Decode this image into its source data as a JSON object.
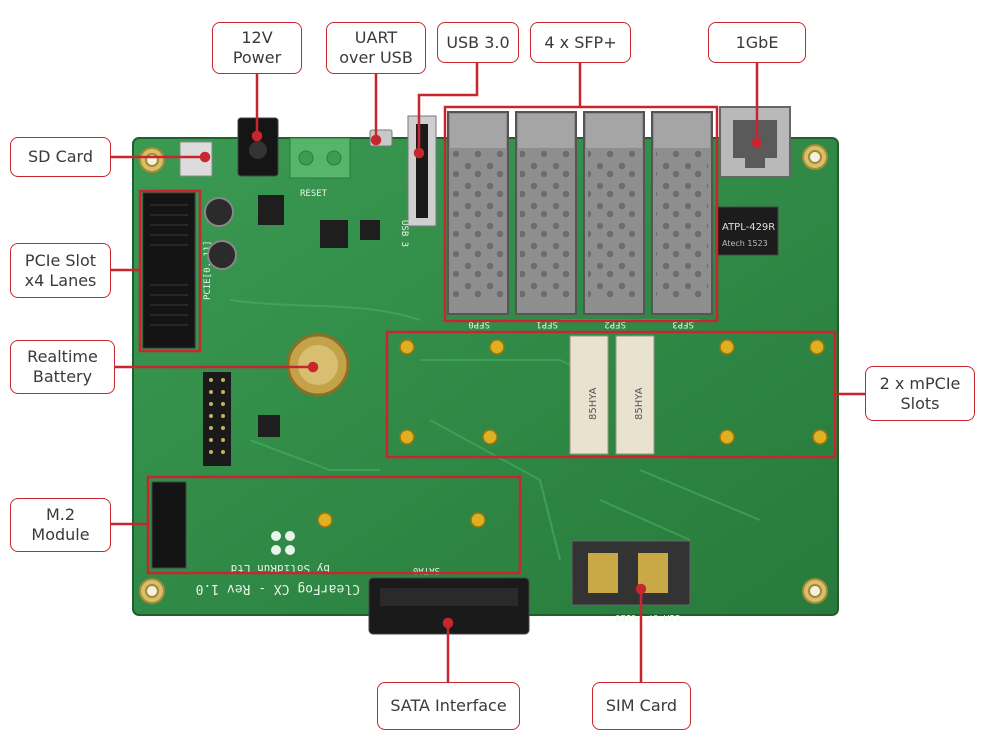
{
  "labels": {
    "sd_card": "SD Card",
    "pcie_slot": "PCIe Slot\nx4 Lanes",
    "realtime_battery": "Realtime\nBattery",
    "m2_module": "M.2\nModule",
    "power_12v": "12V\nPower",
    "uart": "UART\nover USB",
    "usb3": "USB 3.0",
    "sfp": "4 x SFP+",
    "gbe": "1GbE",
    "mpcie": "2 x mPCIe\nSlots",
    "sata": "SATA Interface",
    "sim": "SIM Card"
  },
  "board": {
    "product": "ClearFog CX - Rev 1.0",
    "vendor": "by SolidRun Ltd",
    "sfp_ports": [
      "SFP0",
      "SFP1",
      "SFP2",
      "SFP3"
    ],
    "transformer": [
      "ATPL-429R",
      "Atech 1523"
    ],
    "mpcie_connector": "85HYA",
    "pcie_slot_text": "PCIE[0..11]",
    "usb_text": "USB 3",
    "reset_text": "RESET",
    "sata_text": "SATA0",
    "sim_text": "SIM or PCIE0"
  },
  "colors": {
    "accent": "#c8262f",
    "board": "#2f8a45",
    "text": "#3a3a3a"
  }
}
